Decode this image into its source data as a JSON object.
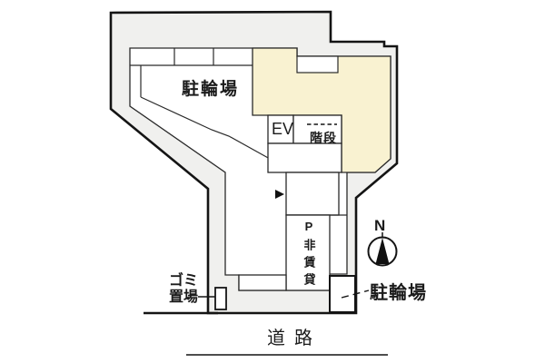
{
  "plan": {
    "labels": {
      "bicycle_parking_top": "駐輪場",
      "elevator": "EV",
      "stairs": "階段",
      "parking_non_rental": "P非賃貸",
      "compass_north": "N",
      "garbage_area": "ゴミ置場",
      "bicycle_parking_bottom": "駐輪場",
      "road": "道路"
    },
    "colors": {
      "site_fill": "#f0f0ee",
      "highlight_fill": "#f9f2d1",
      "room_fill": "#ffffff",
      "line_dark": "#141414",
      "line_thin": "#2a2a2a"
    }
  }
}
